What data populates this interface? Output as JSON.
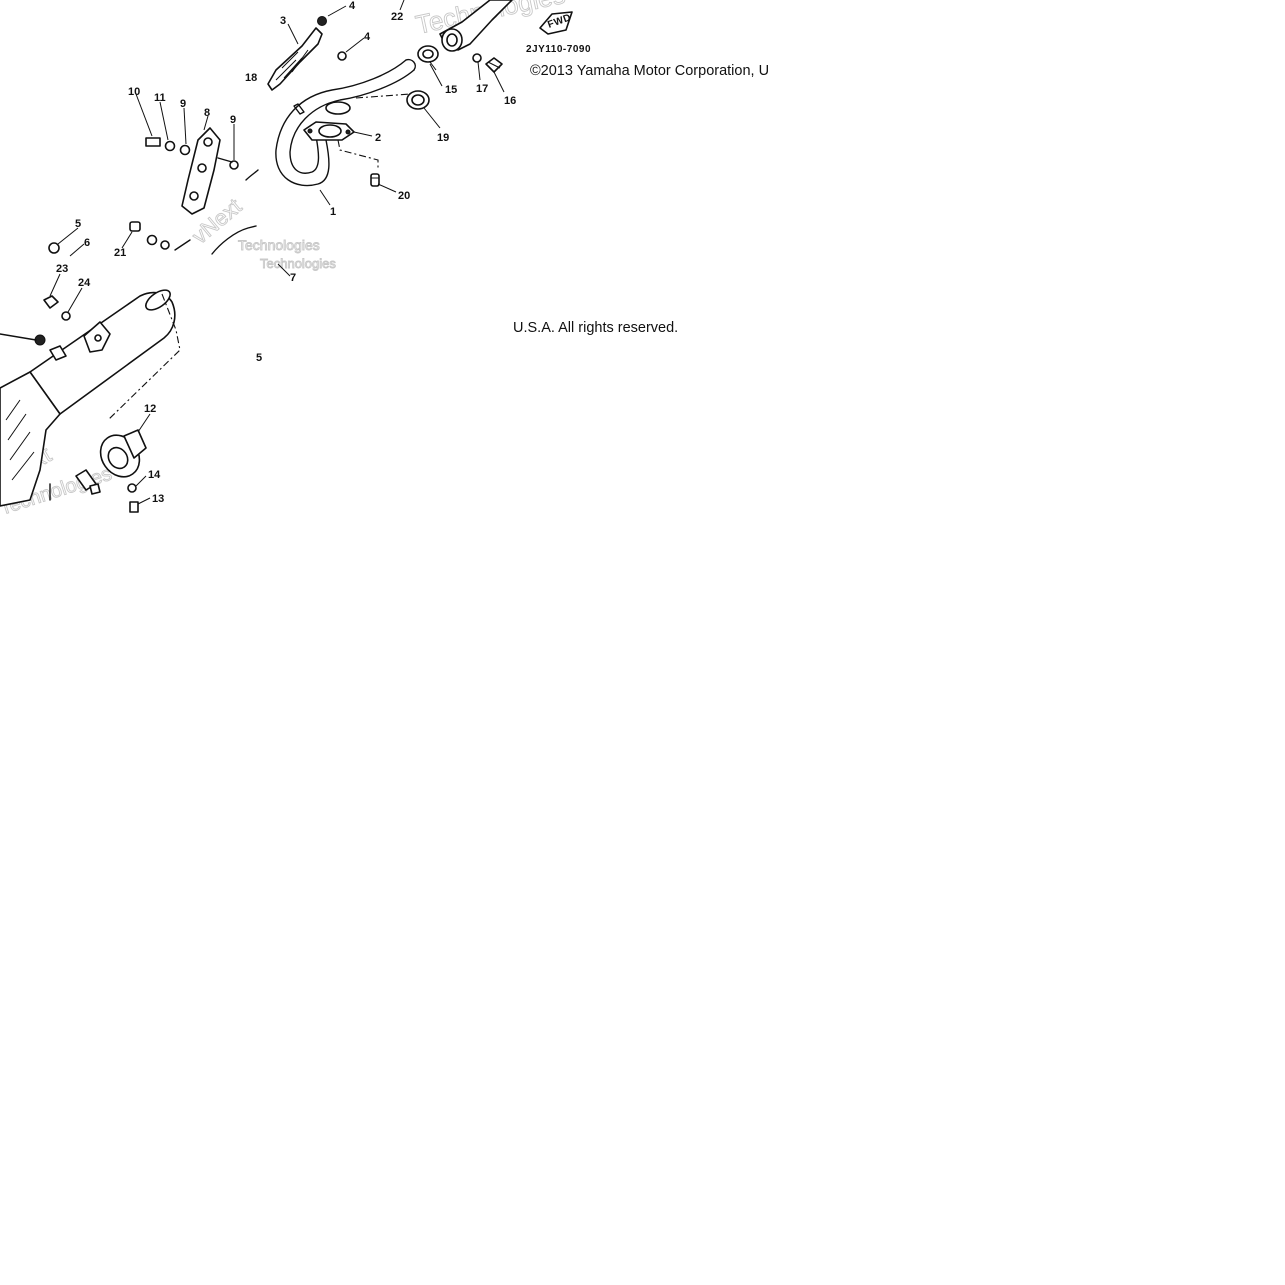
{
  "diagram": {
    "part_code": "2JY110-7090",
    "fwd_label": "FWD",
    "copyright_line1": "©2013 Yamaha Motor Corporation, U",
    "copyright_line2": "U.S.A. All rights reserved.",
    "callouts": {
      "c1": "1",
      "c2": "2",
      "c3": "3",
      "c4a": "4",
      "c4b": "4",
      "c5": "5",
      "c6": "6",
      "c7": "7",
      "c8": "8",
      "c9a": "9",
      "c9b": "9",
      "c10": "10",
      "c11": "11",
      "c12": "12",
      "c13": "13",
      "c14": "14",
      "c15": "15",
      "c16": "16",
      "c17": "17",
      "c18": "18",
      "c19": "19",
      "c20": "20",
      "c21": "21",
      "c22": "22",
      "c23": "23",
      "c24": "24",
      "c25": "5"
    },
    "watermarks": [
      "Technologies",
      "vNext",
      "Technologies",
      "vNext",
      "Technologies",
      "Technologies"
    ]
  }
}
